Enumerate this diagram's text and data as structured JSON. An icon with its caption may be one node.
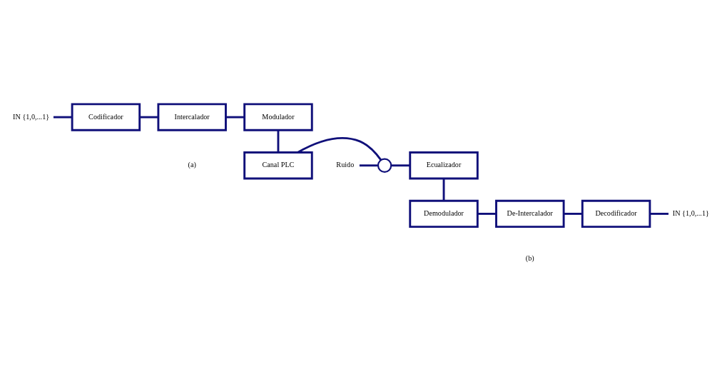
{
  "diagram": {
    "nodes": [
      {
        "text": [
          "IN {1,0,...1}"
        ]
      },
      {
        "text": [
          "Codificador"
        ]
      },
      {
        "text": [
          "Intercalador"
        ]
      },
      {
        "text": [
          "Modulador"
        ]
      },
      {
        "text": [
          "Canal PLC"
        ]
      },
      {
        "text": [],
        "shape": "circle"
      },
      {
        "text": [
          "Ecualizador"
        ]
      },
      {
        "text": [
          "Ruido"
        ]
      },
      {
        "text": [
          "Demodulador"
        ]
      },
      {
        "text": [
          "De-Intercalador"
        ]
      },
      {
        "text": [
          "Decodificador"
        ]
      },
      {
        "text": [
          "IN {1,0,...1}"
        ]
      }
    ],
    "edges": [
      {
        "from": 0,
        "to": 1,
        "arrow": "none"
      },
      {
        "from": 1,
        "to": 2,
        "arrow": "none"
      },
      {
        "from": 2,
        "to": 3,
        "arrow": "none"
      },
      {
        "from": 3,
        "to": 4,
        "arrow": "none"
      },
      {
        "from": 4,
        "to": 5,
        "arrow": "none"
      },
      {
        "from": 5,
        "to": 6,
        "arrow": "none"
      },
      {
        "from": 7,
        "to": 5,
        "arrow": "none"
      },
      {
        "from": 6,
        "to": 8,
        "arrow": "none"
      },
      {
        "from": 8,
        "to": 9,
        "arrow": "none"
      },
      {
        "from": 9,
        "to": 10,
        "arrow": "none"
      },
      {
        "from": 10,
        "to": 11,
        "arrow": "none"
      }
    ],
    "labels": [
      "(a)",
      "(b)"
    ]
  }
}
